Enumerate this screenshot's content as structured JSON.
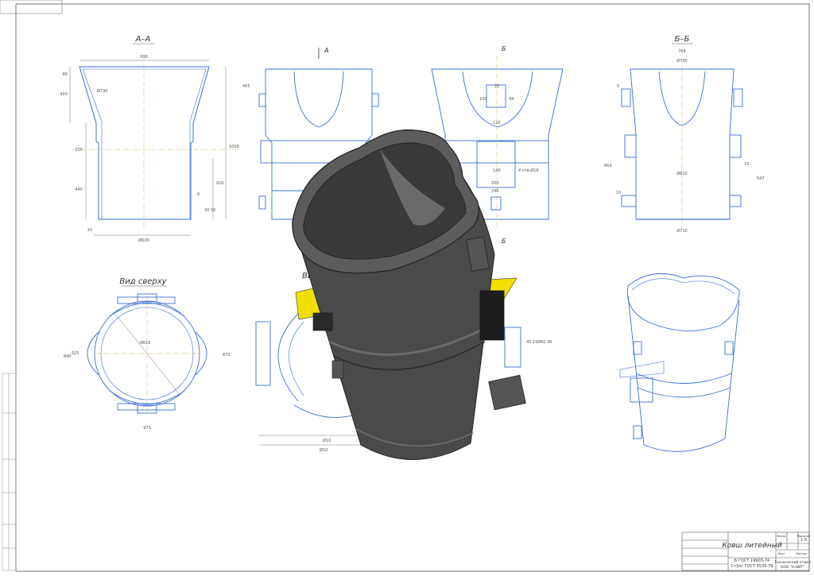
{
  "views": {
    "section_aa": "А–А",
    "section_bb": "Б–Б",
    "top_view": "Вид сверху",
    "view_partial": "Ви",
    "cut_mark_a": "А",
    "cut_mark_b": "Б",
    "cut_mark_b2": "Б"
  },
  "dimensions": {
    "aa": [
      "936",
      "Ø730",
      "400",
      "80",
      "455",
      "1000",
      "440",
      "335",
      "920",
      "Ø620",
      "30",
      "50",
      "10",
      "6"
    ],
    "front": [
      "22",
      "100",
      "44",
      "126",
      "140",
      "200",
      "240",
      "4 отв.Ø16"
    ],
    "bb": [
      "764",
      "Ø730",
      "Ø610",
      "Ø710",
      "864",
      "547",
      "15",
      "10",
      "5"
    ],
    "top": [
      "Ø616",
      "840",
      "525",
      "870",
      "973"
    ],
    "partial": [
      "Ø10",
      "Ø10",
      "45.15",
      "Ø60.36"
    ]
  },
  "title_block": {
    "name": "Ковш литейный",
    "material_line1": "Б ГОСТ 19903-74",
    "material_line2": "Ст3пс ГОСТ 5535-79",
    "organization_line1": "Технический отдел",
    "organization_line2": "ООО \"Н-ВИТ\"",
    "scale": "1:5",
    "sheet_label": "Лист",
    "sheets_label": "Листов",
    "mass_label": "Масса",
    "scale_label": "Масштаб"
  },
  "colors": {
    "drawing_line": "#3a6fd6",
    "border": "#555555",
    "ladle_body": "#4a4a4a",
    "ladle_highlight": "#6a6a6a",
    "bracket": "#f0e000"
  }
}
